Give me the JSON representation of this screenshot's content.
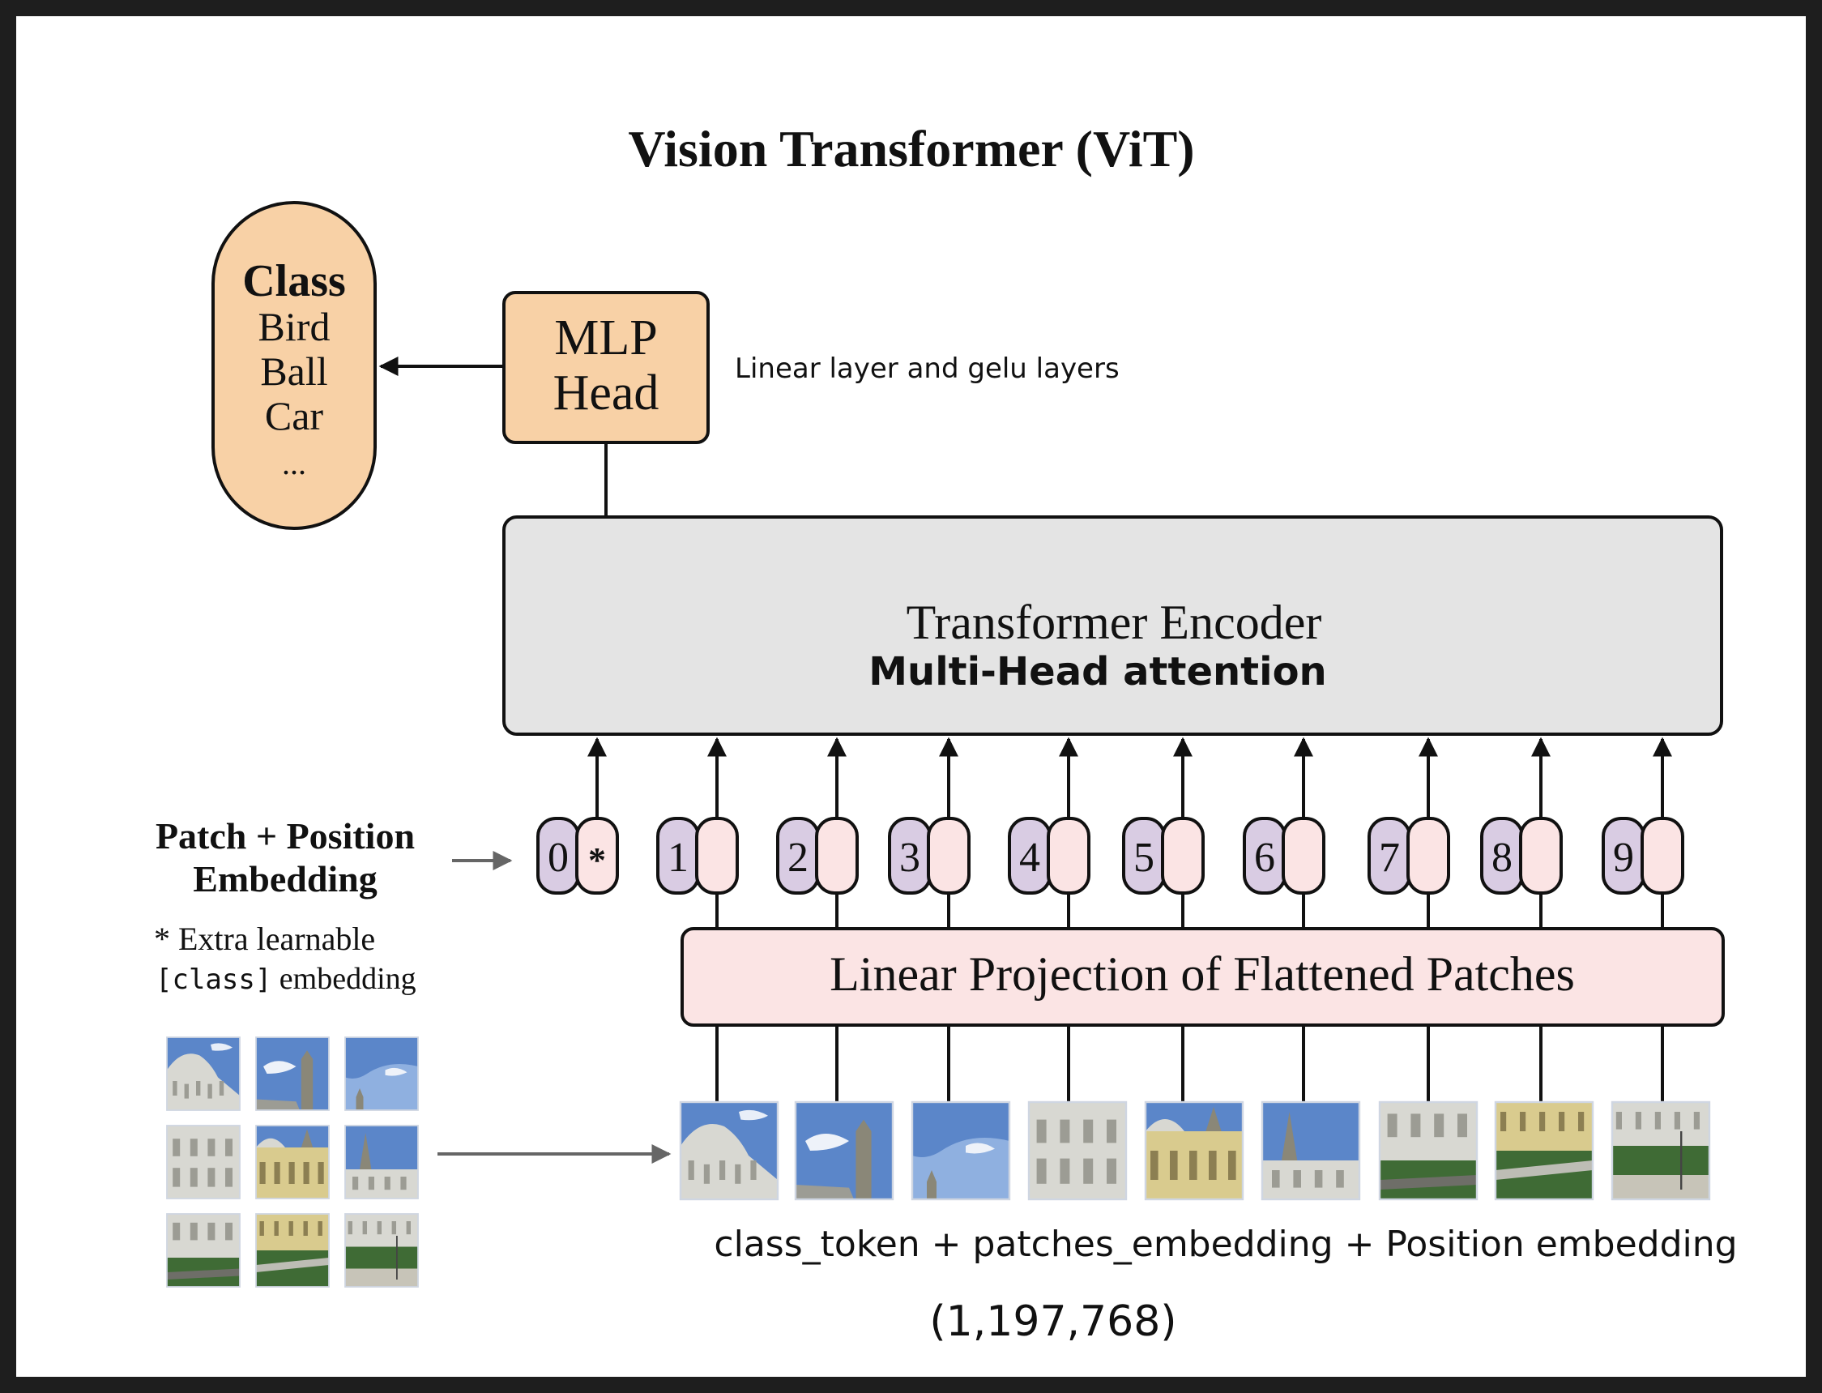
{
  "title": "Vision Transformer (ViT)",
  "class_box": {
    "heading": "Class",
    "items": [
      "Bird",
      "Ball",
      "Car",
      "..."
    ]
  },
  "mlp_head": {
    "lines": [
      "MLP",
      "Head"
    ]
  },
  "mlp_annotation": "Linear layer and gelu layers",
  "encoder": {
    "title": "Transformer Encoder",
    "subtitle": "Multi-Head attention"
  },
  "patch_position_label": [
    "Patch + Position",
    "Embedding"
  ],
  "extra_note": {
    "line1": "* Extra learnable",
    "line2_code": "[class]",
    "line2_rest": " embedding"
  },
  "tokens": [
    {
      "position": "0",
      "embed": "*"
    },
    {
      "position": "1",
      "embed": ""
    },
    {
      "position": "2",
      "embed": ""
    },
    {
      "position": "3",
      "embed": ""
    },
    {
      "position": "4",
      "embed": ""
    },
    {
      "position": "5",
      "embed": ""
    },
    {
      "position": "6",
      "embed": ""
    },
    {
      "position": "7",
      "embed": ""
    },
    {
      "position": "8",
      "embed": ""
    },
    {
      "position": "9",
      "embed": ""
    }
  ],
  "projection_label": "Linear Projection of Flattened Patches",
  "patch_images": [
    "dome",
    "sky-tower",
    "sky",
    "facade",
    "yellow-facade",
    "tower-facade",
    "street",
    "garden",
    "plaza"
  ],
  "formula": "class_token + patches_embedding + Position embedding",
  "shape": "(1,197,768)",
  "colors": {
    "background": "#ffffff",
    "frame": "#1e1e1e",
    "orange": "#f8d1a6",
    "encoder_gray": "#e4e4e4",
    "pink": "#fbe4e4",
    "purple": "#d9cce3",
    "stroke": "#111111"
  }
}
